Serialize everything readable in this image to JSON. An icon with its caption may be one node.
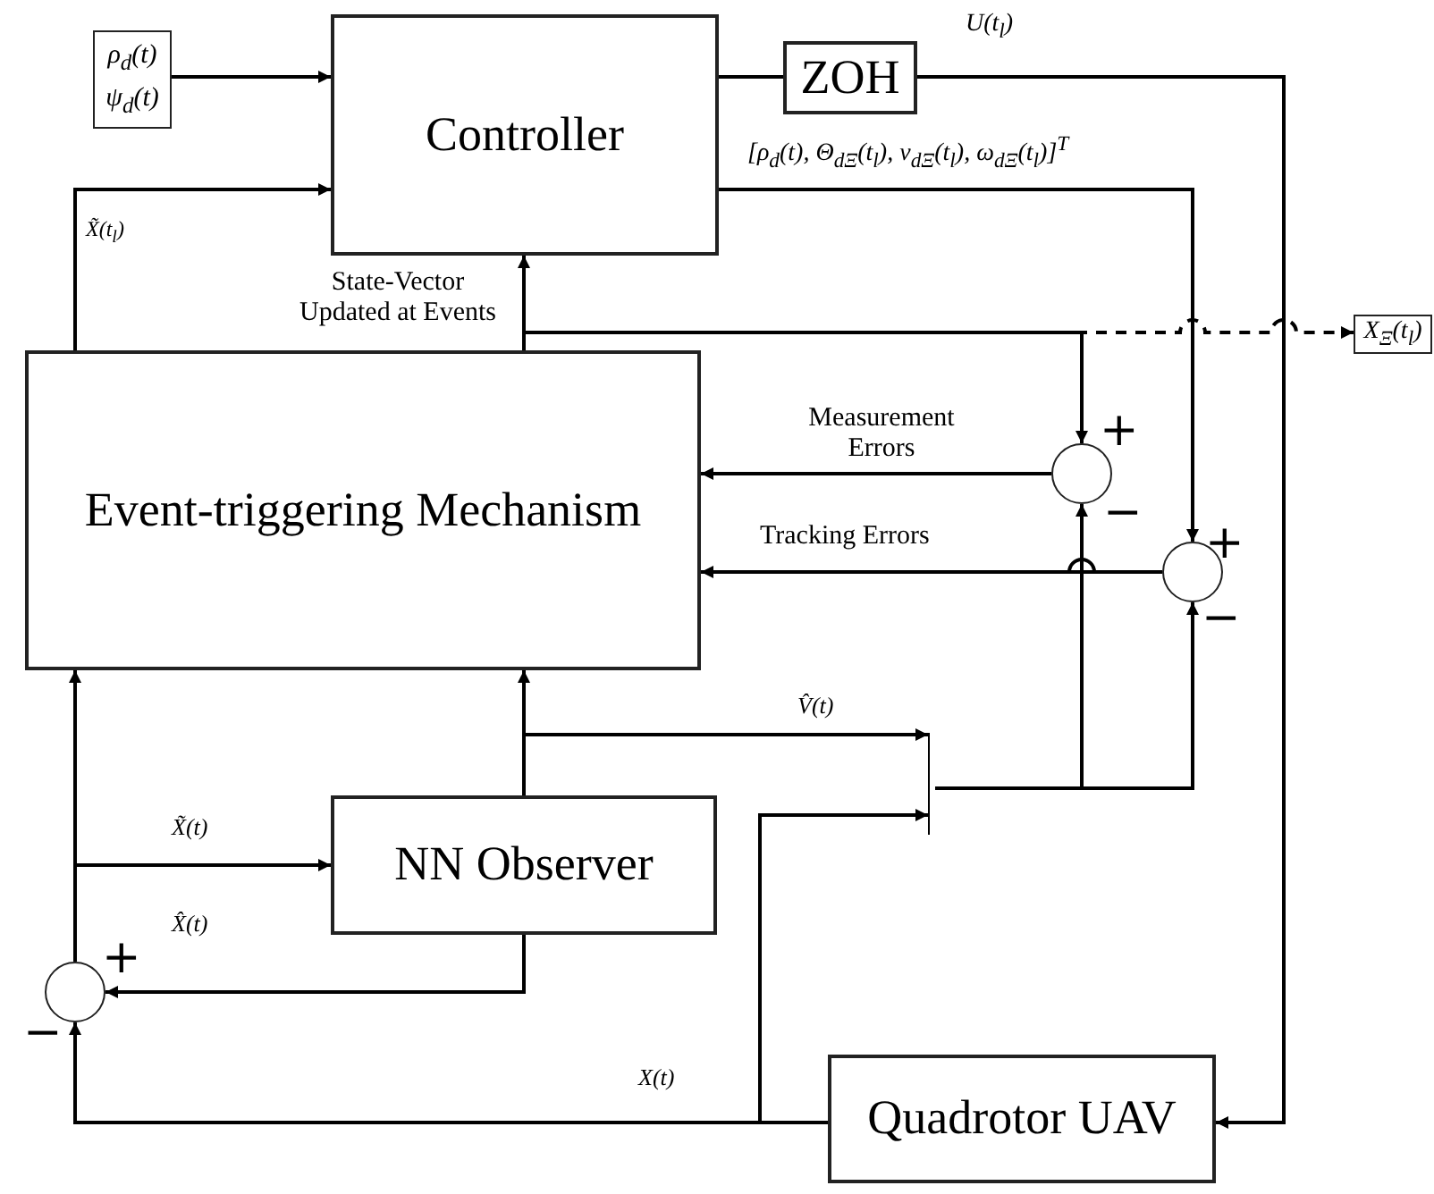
{
  "diagram": {
    "nodes": [
      {
        "text": [
          "ρ$_{d}$(t)",
          "ψ$_{d}$(t)"
        ]
      },
      {
        "text": [
          "Controller"
        ]
      },
      {
        "text": [
          "ZOH"
        ]
      },
      {
        "text": [
          "Event-triggering Mechanism"
        ]
      },
      {
        "text": [
          "NN Observer"
        ]
      },
      {
        "text": [
          "Quadrotor UAV"
        ]
      },
      {
        "text": [],
        "shape": "circle",
        "beside": [
          "+",
          "−"
        ]
      },
      {
        "text": [],
        "shape": "circle",
        "beside": [
          "+",
          "−"
        ]
      },
      {
        "text": [],
        "shape": "circle",
        "beside": [
          "+",
          "−"
        ]
      },
      {
        "text": [],
        "shape": "bar"
      },
      {
        "text": [
          "X$_{Ξ}$(t$_{l}$)"
        ]
      }
    ],
    "edges": [
      {
        "from": 0,
        "to": 1,
        "arrow": "to"
      },
      {
        "from": 1,
        "to": 2,
        "arrow": "none"
      },
      {
        "from": 2,
        "to": 5,
        "arrow": "to",
        "label": "U(t$_{l}$)"
      },
      {
        "from": 1,
        "to": 7,
        "arrow": "to",
        "label": "[ρ$_{d}$(t), Θ$_{dΞ}$(t$_{l}$), ν$_{dΞ}$(t$_{l}$), ω$_{dΞ}$(t$_{l}$)]$^{T}$"
      },
      {
        "from": 3,
        "to": 1,
        "arrow": "to",
        "label": "X̃(t$_{l}$)"
      },
      {
        "from": 3,
        "to": 1,
        "arrow": "to",
        "label": "State-Vector Updated at Events"
      },
      {
        "from": 3,
        "to": 6,
        "arrow": "to"
      },
      {
        "from": 3,
        "to": 10,
        "arrow": "to",
        "style": "dashed"
      },
      {
        "from": 6,
        "to": 3,
        "arrow": "to",
        "label": "Measurement Errors"
      },
      {
        "from": 7,
        "to": 3,
        "arrow": "to",
        "label": "Tracking Errors"
      },
      {
        "from": 4,
        "to": 3,
        "arrow": "to"
      },
      {
        "from": 4,
        "to": 9,
        "arrow": "to",
        "label": "V̂(t)"
      },
      {
        "from": 8,
        "to": 3,
        "arrow": "to"
      },
      {
        "from": 8,
        "to": 4,
        "arrow": "to",
        "label": "X̃(t)"
      },
      {
        "from": 4,
        "to": 8,
        "arrow": "to",
        "label": "X̂(t)"
      },
      {
        "from": 5,
        "to": 8,
        "arrow": "to",
        "label": "X(t)"
      },
      {
        "from": 5,
        "to": 9,
        "arrow": "to"
      },
      {
        "from": 9,
        "to": 6,
        "arrow": "to"
      },
      {
        "from": 9,
        "to": 7,
        "arrow": "to"
      }
    ]
  }
}
